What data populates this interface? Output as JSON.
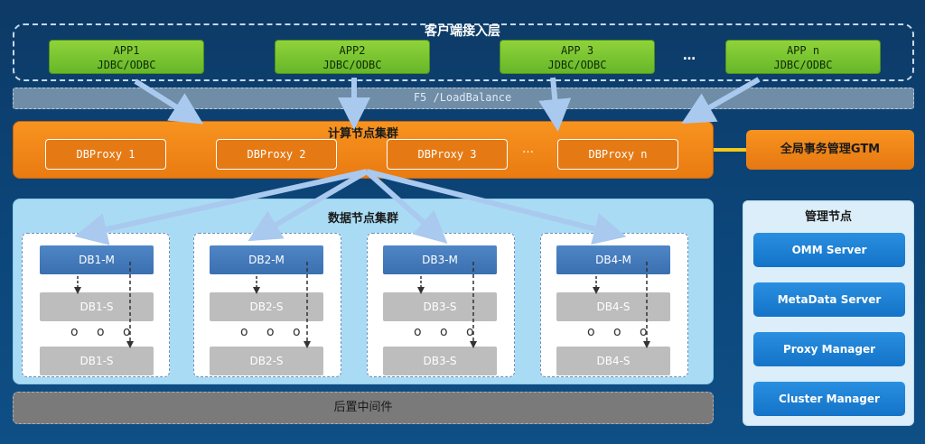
{
  "client_layer": {
    "title": "客户端接入层",
    "apps": [
      {
        "name": "APP1",
        "driver": "JDBC/ODBC"
      },
      {
        "name": "APP2",
        "driver": "JDBC/ODBC"
      },
      {
        "name": "APP 3",
        "driver": "JDBC/ODBC"
      },
      {
        "name": "APP n",
        "driver": "JDBC/ODBC"
      }
    ],
    "ellipsis": "…"
  },
  "load_balance": {
    "label": "F5 /LoadBalance"
  },
  "compute_cluster": {
    "title": "计算节点集群",
    "proxies": [
      "DBProxy 1",
      "DBProxy 2",
      "DBProxy 3",
      "DBProxy n"
    ],
    "ellipsis": "…"
  },
  "gtm": {
    "label": "全局事务管理GTM"
  },
  "data_cluster": {
    "title": "数据节点集群",
    "groups": [
      {
        "master": "DB1-M",
        "slave": "DB1-S",
        "slave_last": "DB1-S"
      },
      {
        "master": "DB2-M",
        "slave": "DB2-S",
        "slave_last": "DB2-S"
      },
      {
        "master": "DB3-M",
        "slave": "DB3-S",
        "slave_last": "DB3-S"
      },
      {
        "master": "DB4-M",
        "slave": "DB4-S",
        "slave_last": "DB4-S"
      }
    ],
    "dots": "o o o"
  },
  "middleware": {
    "label": "后置中间件"
  },
  "management": {
    "title": "管理节点",
    "items": [
      "OMM Server",
      "MetaData Server",
      "Proxy Manager",
      "Cluster  Manager"
    ]
  },
  "colors": {
    "background": "#0c4477",
    "app_green": "#7cc533",
    "compute_orange": "#f28a1a",
    "data_light_blue": "#a9dcf4",
    "master_blue": "#4679ba",
    "slave_gray": "#bdbdbd",
    "mgmt_blue": "#1d80d6",
    "arrow_light_blue": "#a9c9ef"
  }
}
